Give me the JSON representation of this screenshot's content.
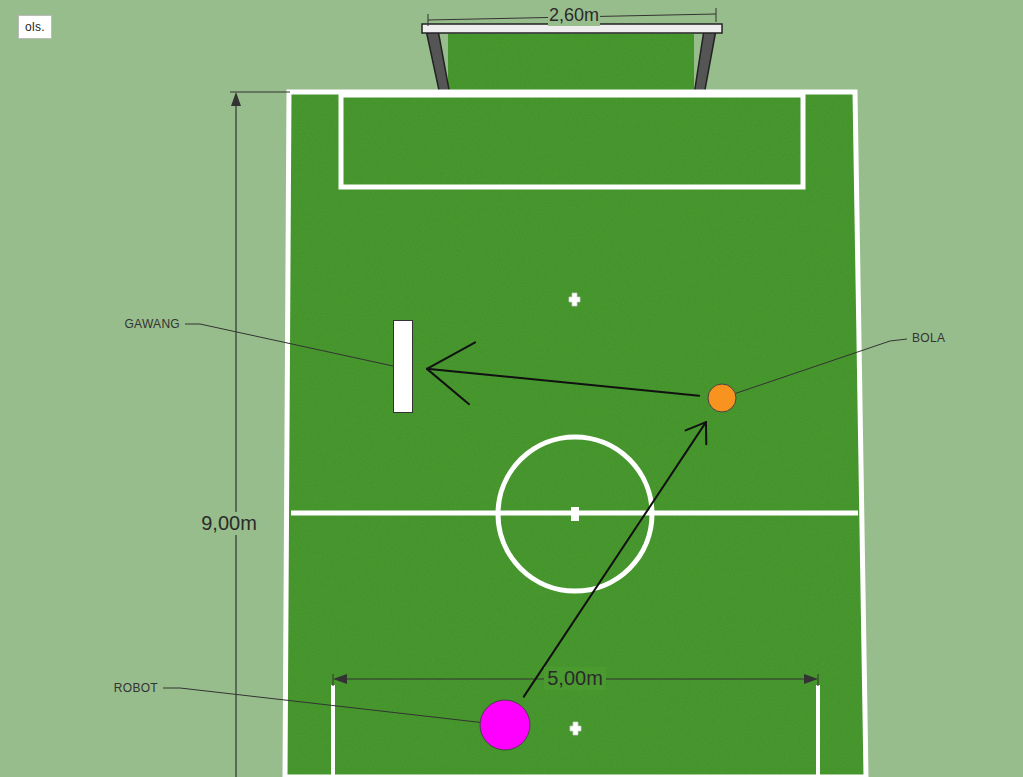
{
  "diagram": {
    "nodes": [
      {
        "text": [
          "GAWANG"
        ]
      },
      {
        "text": [
          "BOLA"
        ]
      },
      {
        "text": [
          "ROBOT"
        ]
      }
    ],
    "edges": [
      {
        "from": 2,
        "to": 1,
        "arrow": "to"
      },
      {
        "from": 1,
        "to": 0,
        "arrow": "to"
      }
    ],
    "labels": [
      "ols.",
      "2,60m",
      "9,00m",
      "5,00m"
    ]
  }
}
